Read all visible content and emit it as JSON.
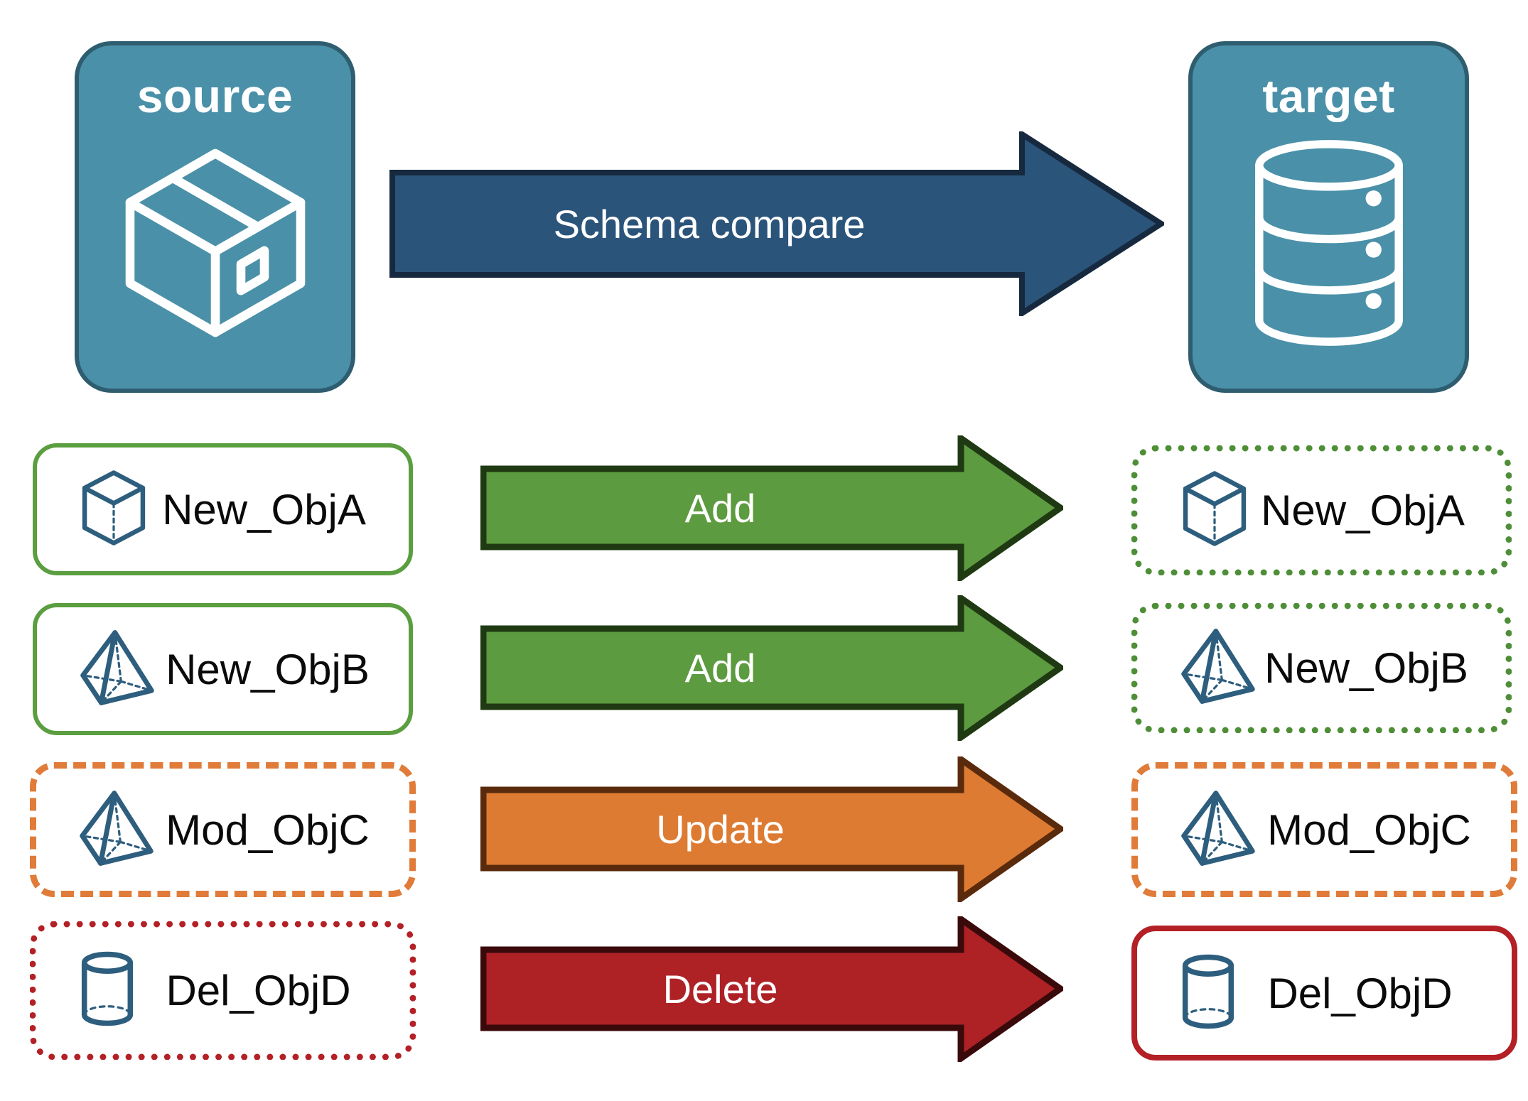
{
  "diagram": {
    "title": "Schema compare",
    "endpoints": {
      "source": {
        "label": "source",
        "icon": "package-box-icon"
      },
      "target": {
        "label": "target",
        "icon": "database-cylinder-icon"
      }
    },
    "main_arrow": {
      "label": "Schema compare",
      "fill": "#2B547A",
      "stroke": "#16293F"
    },
    "rows": [
      {
        "action": "Add",
        "arrow_fill": "#5C9B3F",
        "arrow_stroke": "#1F3A13",
        "source": {
          "label": "New_ObjA",
          "icon": "wireframe-cube-icon",
          "border_style": "solid",
          "border_color": "#5A9E40"
        },
        "target": {
          "label": "New_ObjA",
          "icon": "wireframe-cube-icon",
          "border_style": "dotted",
          "border_color": "#4E8E37"
        }
      },
      {
        "action": "Add",
        "arrow_fill": "#5C9B3F",
        "arrow_stroke": "#1F3A13",
        "source": {
          "label": "New_ObjB",
          "icon": "wireframe-pyramid-icon",
          "border_style": "solid",
          "border_color": "#5A9E40"
        },
        "target": {
          "label": "New_ObjB",
          "icon": "wireframe-pyramid-icon",
          "border_style": "dotted",
          "border_color": "#4E8E37"
        }
      },
      {
        "action": "Update",
        "arrow_fill": "#DD7B32",
        "arrow_stroke": "#5A2A0C",
        "source": {
          "label": "Mod_ObjC",
          "icon": "wireframe-pyramid-icon",
          "border_style": "dashed",
          "border_color": "#E07B39"
        },
        "target": {
          "label": "Mod_ObjC",
          "icon": "wireframe-pyramid-icon",
          "border_style": "dashed",
          "border_color": "#E07B39"
        }
      },
      {
        "action": "Delete",
        "arrow_fill": "#AE2226",
        "arrow_stroke": "#3A0A0B",
        "source": {
          "label": "Del_ObjD",
          "icon": "wireframe-cylinder-icon",
          "border_style": "dotted",
          "border_color": "#B32025"
        },
        "target": {
          "label": "Del_ObjD",
          "icon": "wireframe-cylinder-icon",
          "border_style": "solid",
          "border_color": "#B32025"
        }
      }
    ],
    "colors": {
      "endpoint_fill": "#4A90A8",
      "endpoint_stroke": "#2F5D70",
      "icon_blue": "#2E5E7E",
      "text_dark": "#0A0A0A",
      "text_light": "#FFFFFF",
      "background": "#FFFFFF"
    }
  }
}
